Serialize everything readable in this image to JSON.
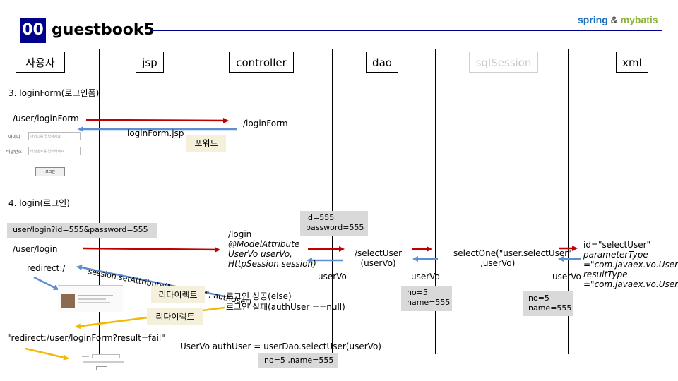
{
  "header": {
    "number": "00",
    "title": "guestbook5",
    "logo": {
      "part1": "spring",
      "amp": " & ",
      "part2": "mybatis"
    }
  },
  "lanes": {
    "user": "사용자",
    "jsp": "jsp",
    "controller": "controller",
    "dao": "dao",
    "sqlsession": "sqlSession",
    "xml": "xml"
  },
  "section1": {
    "heading": "3. loginForm(로그인폼)",
    "request": "/user/loginForm",
    "jsp_name": "loginForm.jsp",
    "controller_path": "/loginForm",
    "forward_label": "포워드",
    "mini_form": {
      "id_label": "아이디",
      "id_placeholder": "아이디를 입력하세요",
      "pw_label": "비밀번호",
      "pw_placeholder": "비밀번호를 입력하세요",
      "button": "로그인"
    }
  },
  "section2": {
    "heading": "4. login(로그인)",
    "query_box": "user/login?id=555&password=555",
    "request": "/user/login",
    "redirect": "redirect:/",
    "param_box": [
      "id=555",
      "password=555"
    ],
    "controller_lines": [
      "/login",
      "@ModelAttribute",
      "UserVo userVo,",
      "HttpSession session)"
    ],
    "dao_call": [
      "/selectUser",
      "(userVo)"
    ],
    "uservo_label": "userVo",
    "dao_return": "userVo",
    "dao_result_box": [
      "no=5",
      "name=555"
    ],
    "sql_call": [
      "selectOne(\"user.selectUser\"",
      ",userVo)"
    ],
    "sql_return": "userVo",
    "sql_result_box": [
      "no=5",
      "name=555"
    ],
    "xml_lines": [
      "id=\"selectUser\"",
      "parameterType",
      "=\"com.javaex.vo.UserVo\"",
      "resultType",
      "=\"com.javaex.vo.UserVo\""
    ],
    "session_call": "session.setAttribute(\"authUser\", authUser)",
    "redirect_label_1": "리다이렉트",
    "redirect_label_2": "리다이렉트",
    "login_success": "로그인 성공(else)",
    "login_fail": "로그인 실패(authUser ==null)",
    "fail_redirect": "\"redirect:/user/loginForm?result=fail\"",
    "authuser_line": "UserVo authUser = userDao.selectUser(userVo)",
    "authuser_box": "no=5 ,name=555"
  }
}
